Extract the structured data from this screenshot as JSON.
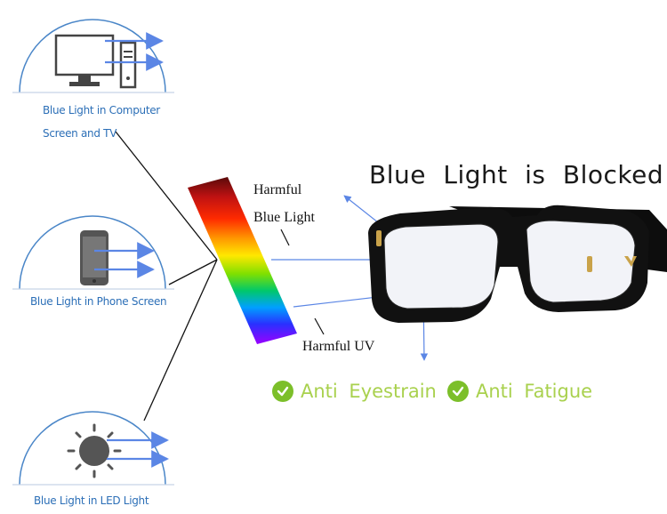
{
  "headline": "Blue Light is Blocked",
  "sources": [
    {
      "line1": "Blue Light in Computer",
      "line2": "Screen and TV",
      "icon": "computer-icon"
    },
    {
      "line1": "Blue Light in Phone Screen",
      "icon": "phone-icon"
    },
    {
      "line1": "Blue Light in LED Light",
      "icon": "sun-icon"
    }
  ],
  "spectrum": {
    "harmful_blue_line1": "Harmful",
    "harmful_blue_line2": "Blue Light",
    "harmful_uv": "Harmful UV"
  },
  "benefits": [
    "Anti Eyestrain",
    "Anti Fatigue"
  ],
  "colors": {
    "arc": "#4a86c8",
    "arrow": "#5b86e5",
    "label_text": "#2c6fb7",
    "benefit_text": "#a9d14e",
    "check": "#7cbf2a"
  }
}
